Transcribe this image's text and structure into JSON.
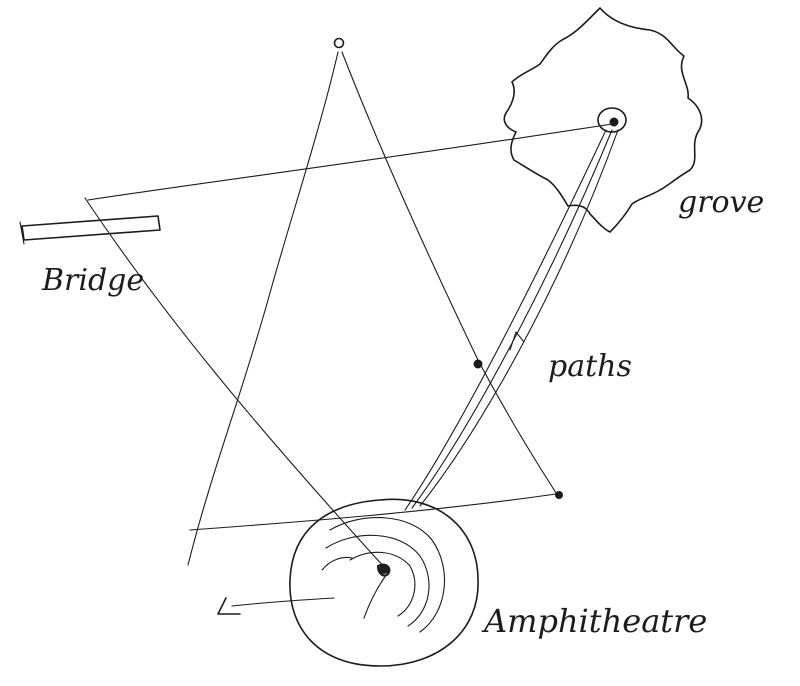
{
  "labels": {
    "bridge": "Bridge",
    "grove": "grove",
    "paths": "paths",
    "amphitheatre": "Amphitheatre"
  },
  "colors": {
    "ink": "#1c1c1c",
    "paper": "#ffffff"
  }
}
